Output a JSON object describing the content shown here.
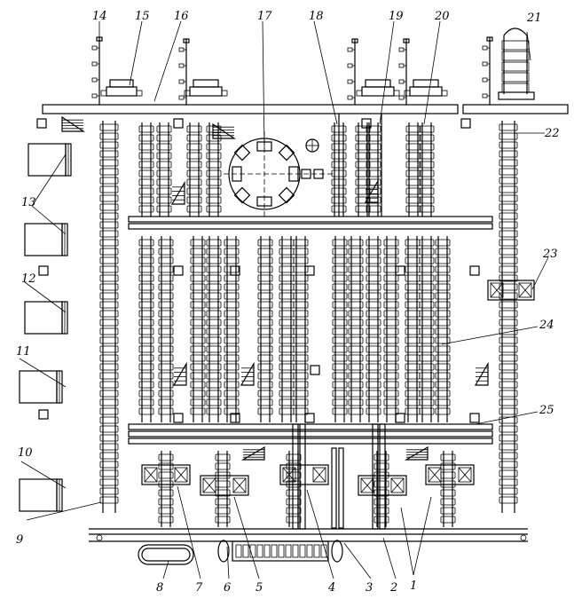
{
  "figure": {
    "callouts": [
      "1",
      "2",
      "3",
      "4",
      "5",
      "6",
      "7",
      "8",
      "9",
      "10",
      "11",
      "12",
      "13",
      "14",
      "15",
      "16",
      "17",
      "18",
      "19",
      "20",
      "21",
      "22",
      "23",
      "24",
      "25"
    ]
  },
  "colors": {
    "line": "#000000",
    "background": "#ffffff"
  }
}
